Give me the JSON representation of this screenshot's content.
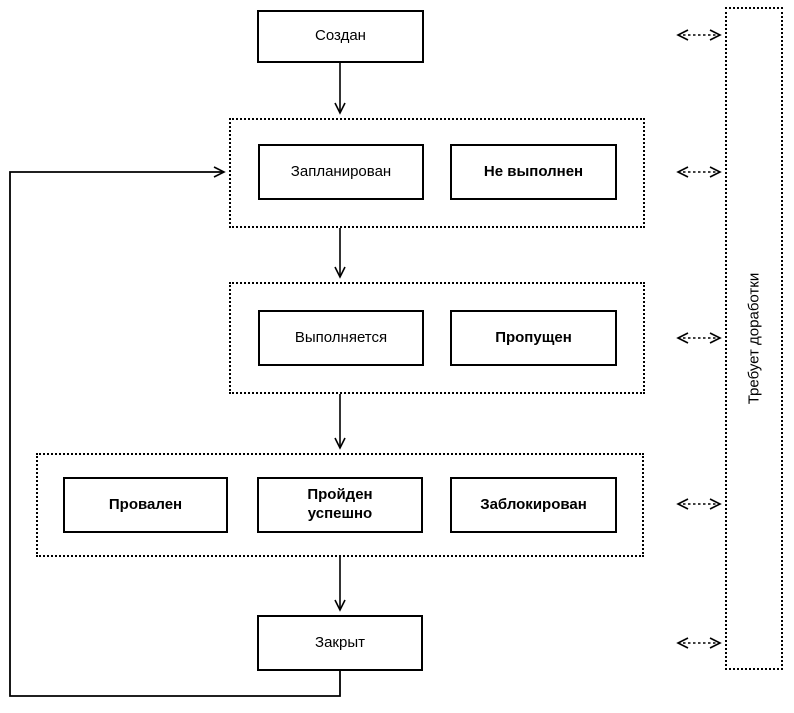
{
  "diagram": {
    "kind": "state-flow-diagram",
    "colors": {
      "line": "#000000",
      "background": "#ffffff",
      "box_fill": "#ffffff",
      "text": "#000000"
    },
    "nodes": {
      "created": {
        "label": "Создан"
      },
      "planned": {
        "label": "Запланирован"
      },
      "not_executed": {
        "label": "Не выполнен"
      },
      "running": {
        "label": "Выполняется"
      },
      "skipped": {
        "label": "Пропущен"
      },
      "failed": {
        "label": "Провален"
      },
      "passed": {
        "label": "Пройден успешно"
      },
      "blocked": {
        "label": "Заблокирован"
      },
      "closed": {
        "label": "Закрыт"
      },
      "rework": {
        "label": "Требует доработки"
      }
    },
    "edges": [
      {
        "from": "created",
        "to": "planned-group",
        "style": "solid-arrow"
      },
      {
        "from": "planned-group",
        "to": "running-group",
        "style": "solid-arrow"
      },
      {
        "from": "running-group",
        "to": "result-group",
        "style": "solid-arrow"
      },
      {
        "from": "result-group",
        "to": "closed",
        "style": "solid-arrow"
      },
      {
        "from": "closed",
        "to": "planned-group",
        "style": "solid-arrow-loop"
      },
      {
        "from": "created-row",
        "to": "rework",
        "style": "dotted-double-arrow"
      },
      {
        "from": "planned-row",
        "to": "rework",
        "style": "dotted-double-arrow"
      },
      {
        "from": "running-row",
        "to": "rework",
        "style": "dotted-double-arrow"
      },
      {
        "from": "result-row",
        "to": "rework",
        "style": "dotted-double-arrow"
      },
      {
        "from": "closed-row",
        "to": "rework",
        "style": "dotted-double-arrow"
      }
    ]
  }
}
